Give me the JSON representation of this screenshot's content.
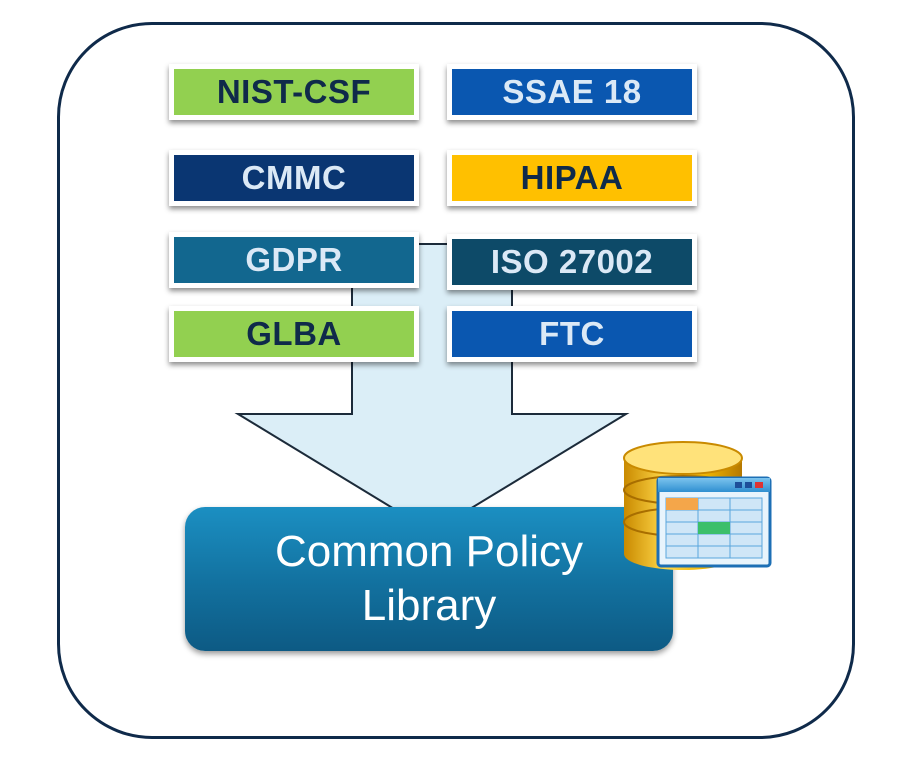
{
  "badges": [
    {
      "id": "nist-csf",
      "label": "NIST-CSF",
      "bg": "#92d050",
      "fg": "#0f2a4a"
    },
    {
      "id": "ssae-18",
      "label": "SSAE 18",
      "bg": "#0a57b0",
      "fg": "#dbe9f6"
    },
    {
      "id": "cmmc",
      "label": "CMMC",
      "bg": "#0a3672",
      "fg": "#dbe9f6"
    },
    {
      "id": "hipaa",
      "label": "HIPAA",
      "bg": "#ffc000",
      "fg": "#0f2a4a"
    },
    {
      "id": "gdpr",
      "label": "GDPR",
      "bg": "#12678f",
      "fg": "#dbe9f6"
    },
    {
      "id": "iso-27002",
      "label": "ISO 27002",
      "bg": "#0d4a68",
      "fg": "#dbe9f6"
    },
    {
      "id": "glba",
      "label": "GLBA",
      "bg": "#92d050",
      "fg": "#0f2a4a"
    },
    {
      "id": "ftc",
      "label": "FTC",
      "bg": "#0a57b0",
      "fg": "#dbe9f6"
    }
  ],
  "library": {
    "label": "Common Policy Library"
  },
  "icons": {
    "arrow": "down-arrow-icon",
    "database": "database-table-icon"
  },
  "colors": {
    "frame_border": "#0f2a4a",
    "arrow_fill": "#dbeef7",
    "arrow_stroke": "#1c2b3a",
    "library_bg": "#12709e",
    "library_text": "#ffffff"
  }
}
